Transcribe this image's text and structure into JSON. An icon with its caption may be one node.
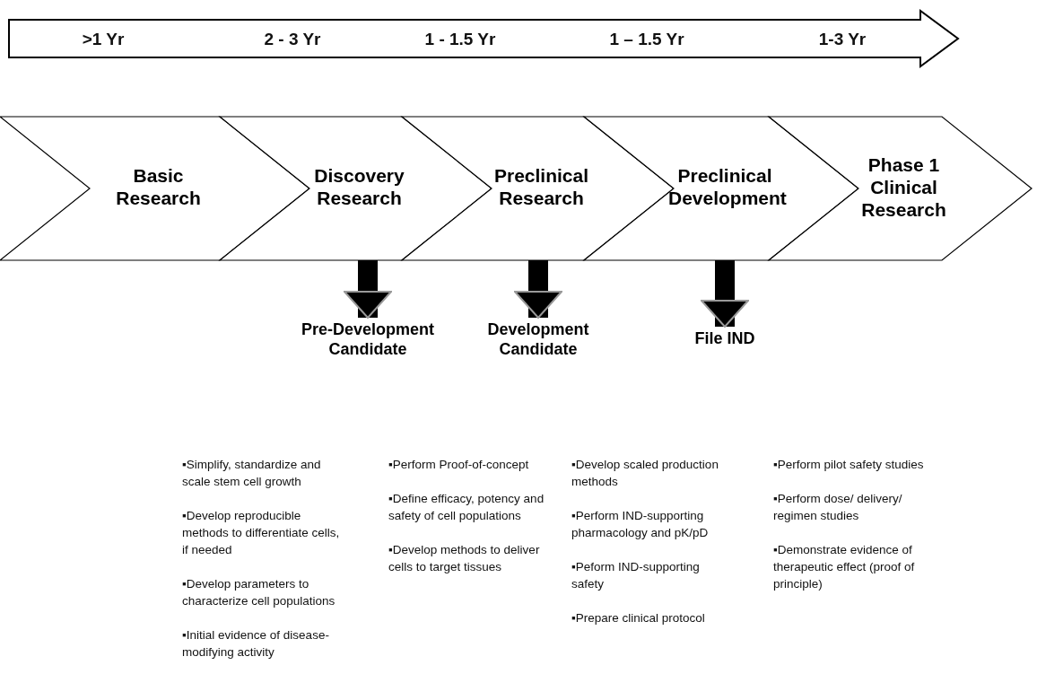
{
  "diagram": {
    "nodes": [
      {
        "text": [
          ">1 Yr",
          "2 - 3 Yr",
          "1 - 1.5 Yr",
          "1 – 1.5 Yr",
          "1-3 Yr"
        ]
      },
      {
        "text": [
          "Basic Research"
        ]
      },
      {
        "text": [
          "Discovery Research"
        ]
      },
      {
        "text": [
          "Preclinical Research"
        ]
      },
      {
        "text": [
          "Preclinical Development"
        ]
      },
      {
        "text": [
          "Phase 1 Clinical Research"
        ]
      },
      {
        "text": [
          "Pre-Development Candidate"
        ]
      },
      {
        "text": [
          "Development Candidate"
        ]
      },
      {
        "text": [
          "File IND"
        ]
      }
    ],
    "edges": [
      {
        "from": 2,
        "to": 6,
        "arrow": "to"
      },
      {
        "from": 3,
        "to": 7,
        "arrow": "to"
      },
      {
        "from": 4,
        "to": 8,
        "arrow": "to"
      }
    ],
    "labels": [
      "▪Simplify, standardize and scale stem cell growth",
      "▪Develop reproducible methods to differentiate cells, if needed",
      "▪Develop parameters to characterize cell populations",
      "▪Initial evidence of disease-modifying activity",
      "▪Perform Proof-of-concept",
      "▪Define efficacy, potency and safety of cell populations",
      "▪Develop methods to deliver cells to target tissues",
      "▪Develop scaled production methods",
      "▪Perform IND-supporting pharmacology and pK/pD",
      "▪Peform IND-supporting safety",
      "▪Prepare clinical protocol",
      "▪Perform pilot safety studies",
      "▪Perform dose/ delivery/ regimen studies",
      "▪Demonstrate evidence of therapeutic effect (proof of principle)"
    ]
  }
}
